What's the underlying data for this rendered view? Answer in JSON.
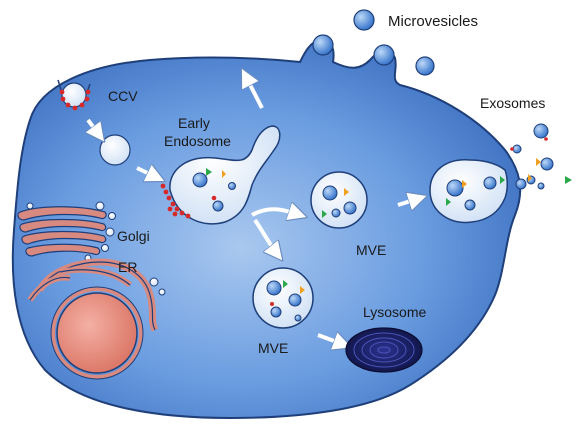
{
  "labels": {
    "microvesicles": "Microvesicles",
    "ccv": "CCV",
    "early_endosome_line1": "Early",
    "early_endosome_line2": "Endosome",
    "exosomes": "Exosomes",
    "golgi": "Golgi",
    "er": "ER",
    "mve_upper": "MVE",
    "mve_lower": "MVE",
    "lysosome": "Lysosome"
  },
  "colors": {
    "cell_fill": "#5a8fd8",
    "cell_stroke": "#1f3f7a",
    "vesicle_fill": "#e6f0fb",
    "small_vesicle": "#3a7bd5",
    "red_marker": "#d62a2a",
    "green_marker": "#2aa84a",
    "orange_marker": "#f0a020",
    "golgi_fill": "#d88a80",
    "nucleus_fill": "#e58a7a",
    "lysosome_fill": "#1a2060"
  }
}
